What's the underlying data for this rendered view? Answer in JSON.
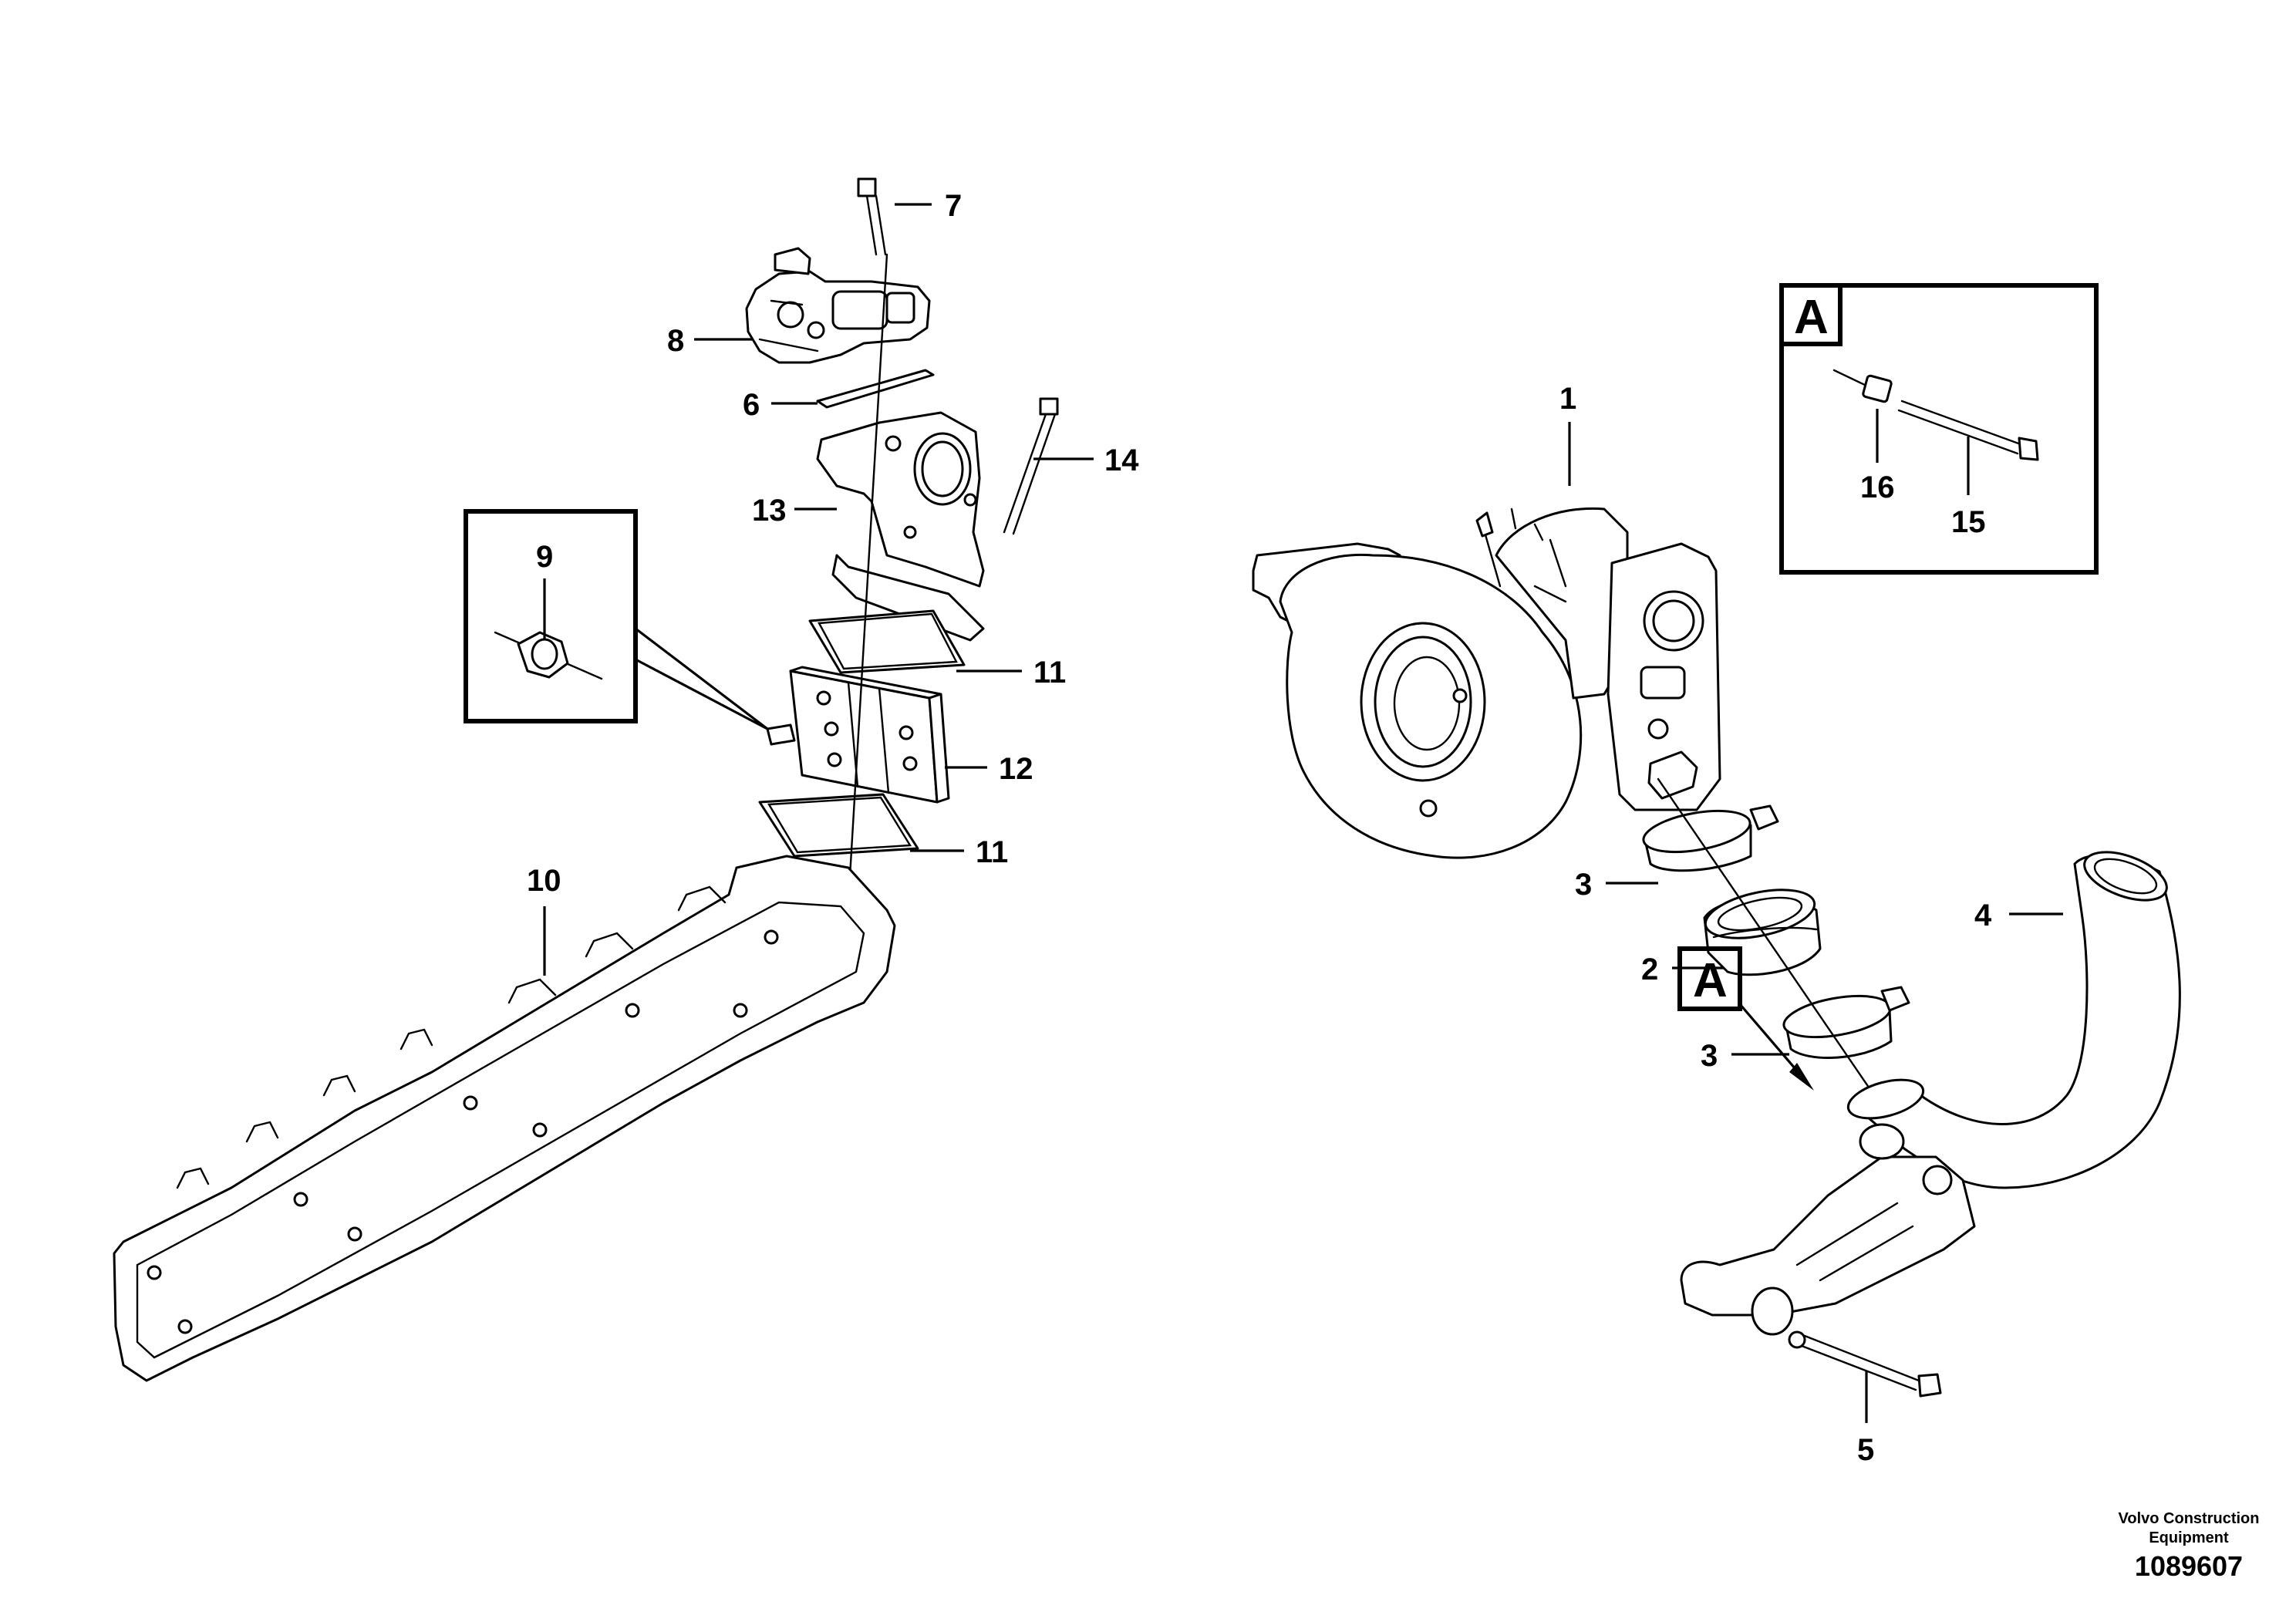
{
  "callouts": {
    "c1": "1",
    "c2": "2",
    "c3a": "3",
    "c3b": "3",
    "c4": "4",
    "c5": "5",
    "c6": "6",
    "c7": "7",
    "c8": "8",
    "c9": "9",
    "c10": "10",
    "c11a": "11",
    "c11b": "11",
    "c12": "12",
    "c13": "13",
    "c14": "14",
    "c15": "15",
    "c16": "16"
  },
  "detail_ref": {
    "box_letter": "A",
    "pointer_letter": "A"
  },
  "footer": {
    "brand_line1": "Volvo Construction",
    "brand_line2": "Equipment",
    "drawing_number": "1089607"
  }
}
